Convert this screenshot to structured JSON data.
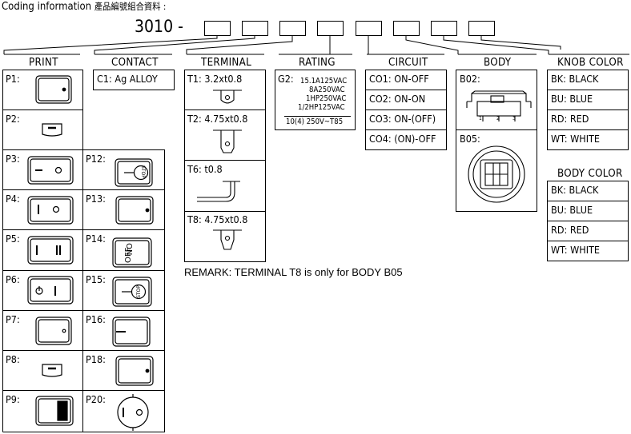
{
  "title": {
    "en": "Coding information",
    "zh": "產品編號組合資料 :"
  },
  "code_prefix": "3010 -",
  "headers": {
    "print": "PRINT",
    "contact": "CONTACT",
    "terminal": "TERMINAL",
    "rating": "RATING",
    "circuit": "CIRCUIT",
    "body": "BODY",
    "knob_color": "KNOB COLOR",
    "body_color": "BODY COLOR"
  },
  "print_left": [
    "P1:",
    "P2:",
    "P3:",
    "P4:",
    "P5:",
    "P6:",
    "P7:",
    "P8:",
    "P9:"
  ],
  "print_right": [
    "P12:",
    "P13:",
    "P14:",
    "P15:",
    "P16:",
    "P18:",
    "P20:"
  ],
  "print_icons": {
    "stop": "STOP",
    "on": "ON",
    "off": "OFF"
  },
  "contact": [
    "C1:  Ag ALLOY"
  ],
  "terminal": [
    "T1:  3.2xt0.8",
    "T2:  4.75xt0.8",
    "T6:  t0.8",
    "T8:  4.75xt0.8"
  ],
  "rating": {
    "code": "G2:",
    "lines": [
      "15.1A125VAC",
      "8A250VAC",
      "1HP250VAC",
      "1/2HP125VAC"
    ],
    "footer": "10(4) 250V~T85"
  },
  "circuit": [
    "CO1:  ON-OFF",
    "CO2:  ON-ON",
    "CO3:  ON-(OFF)",
    "CO4:  (ON)-OFF"
  ],
  "body": {
    "b02": "B02:",
    "b05": "B05:",
    "pins": [
      "1",
      "2",
      "3"
    ]
  },
  "knob_color": [
    "BK:  BLACK",
    "BU:  BLUE",
    "RD:  RED",
    "WT:  WHITE"
  ],
  "body_color": [
    "BK:  BLACK",
    "BU:  BLUE",
    "RD:  RED",
    "WT:  WHITE"
  ],
  "remark": "REMARK: TERMINAL T8 is only for BODY B05"
}
